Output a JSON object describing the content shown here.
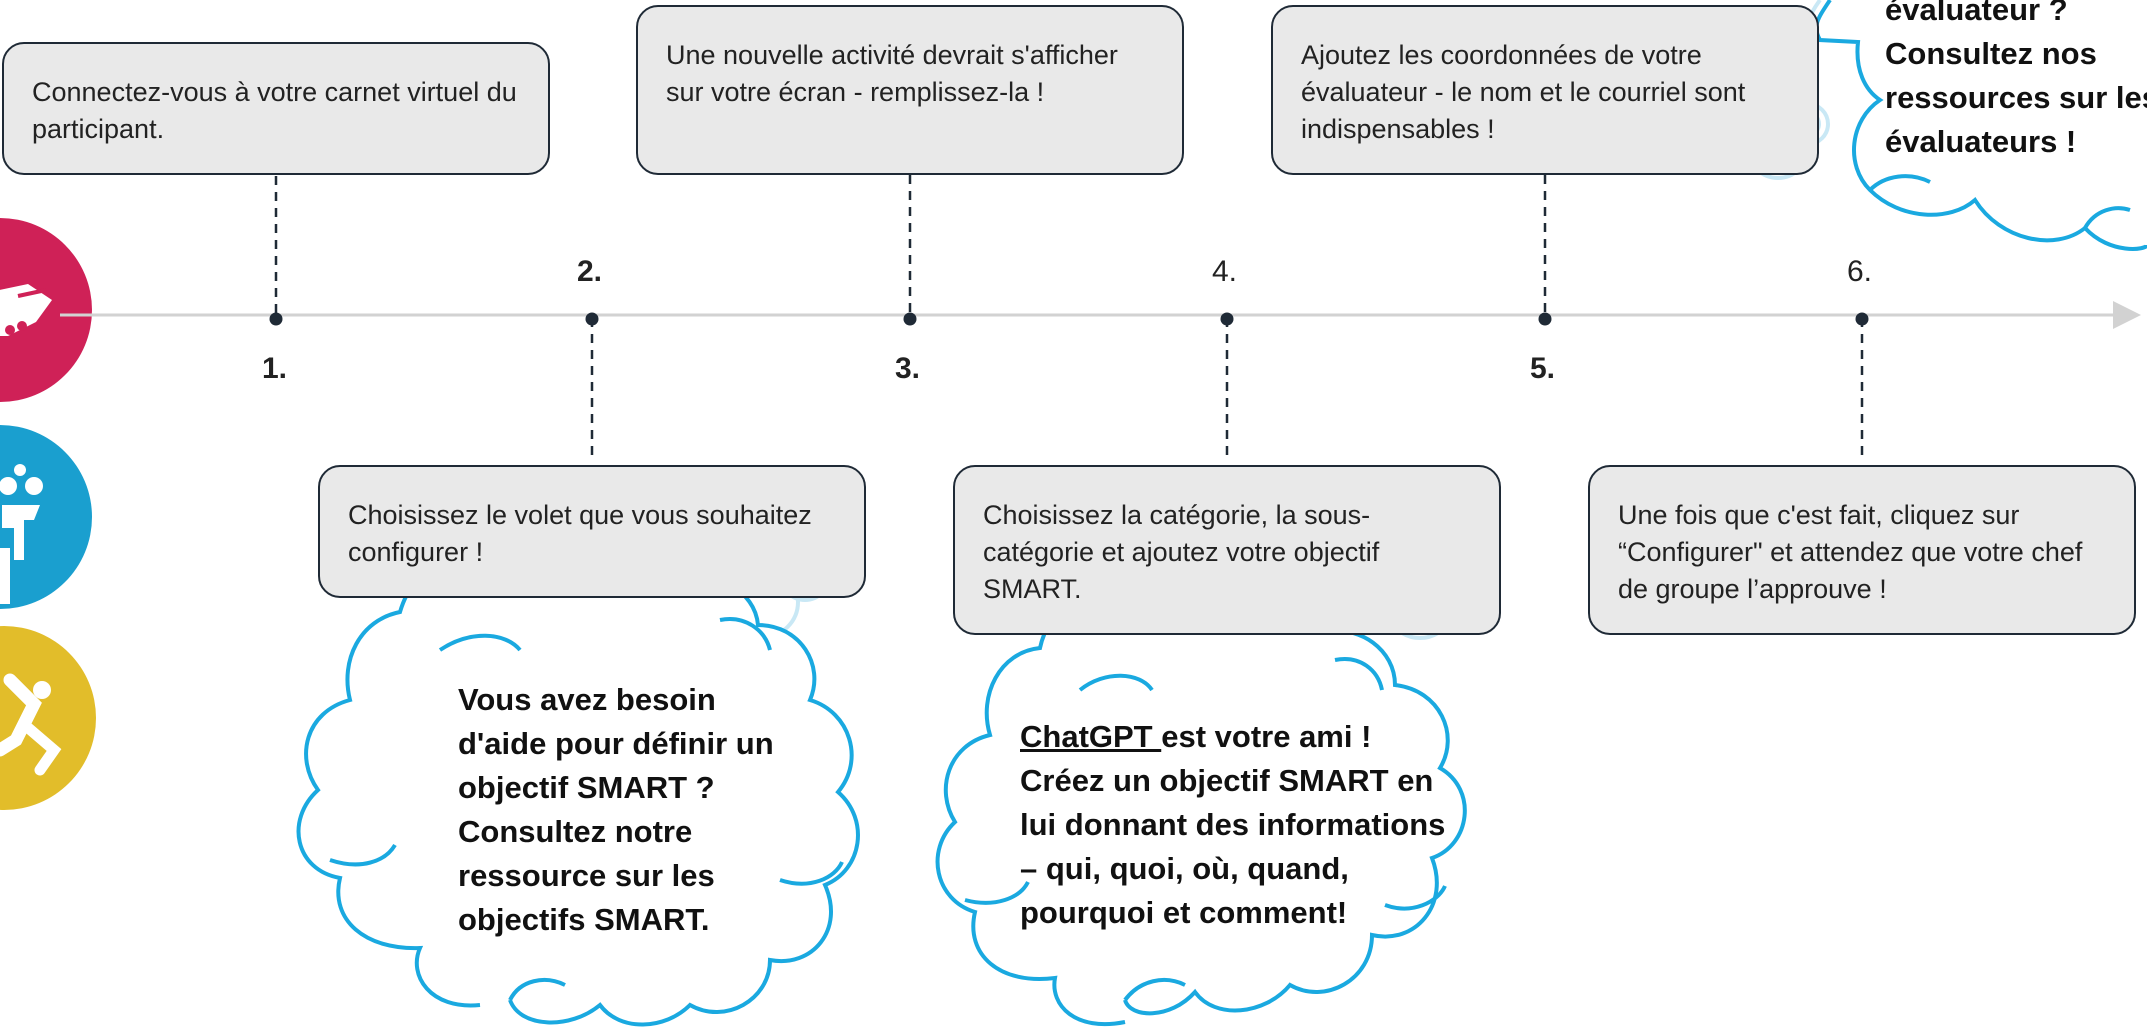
{
  "timeline": {
    "steps": [
      {
        "number": "1.",
        "text": "Connectez-vous à votre carnet virtuel du participant."
      },
      {
        "number": "2.",
        "text": "Choisissez le volet que vous souhaitez configurer !"
      },
      {
        "number": "3.",
        "text": "Une nouvelle activité devrait s'afficher sur votre écran - remplissez-la !"
      },
      {
        "number": "4.",
        "text": "Choisissez la catégorie, la sous-catégorie et ajoutez votre objectif SMART."
      },
      {
        "number": "5.",
        "text": "Ajoutez les coordonnées de votre évaluateur - le nom et le courriel sont indispensables !"
      },
      {
        "number": "6.",
        "text": "Une fois que c'est fait, cliquez sur “Configurer\" et attendez que votre chef de groupe l’approuve !"
      }
    ]
  },
  "clouds": {
    "smart_help": {
      "lines": [
        "Vous avez besoin",
        "d'aide pour définir un",
        "objectif SMART ?",
        "Consultez notre",
        "ressource sur les",
        "objectifs SMART."
      ]
    },
    "chatgpt": {
      "link_text": "ChatGPT ",
      "first_line_rest": "est votre ami !",
      "lines": [
        "Créez un objectif SMART en",
        "lui donnant des informations",
        "– qui, quoi, où, quand,",
        "pourquoi et comment!"
      ]
    },
    "evaluator": {
      "lines": [
        "évaluateur ?",
        "Consultez nos",
        "ressources sur les",
        "évaluateurs !"
      ]
    }
  },
  "colors": {
    "cloud_stroke": "#1aa9e0",
    "cloud_faint": "#c9e8f5",
    "box_fill": "#e9e9e9",
    "box_border": "#1f2a36",
    "timeline_line": "#d2d2d2",
    "marker": "#1f2a36",
    "icon_red": "#cf2157",
    "icon_blue": "#1a9fcf",
    "icon_yellow": "#e2bd2a"
  }
}
